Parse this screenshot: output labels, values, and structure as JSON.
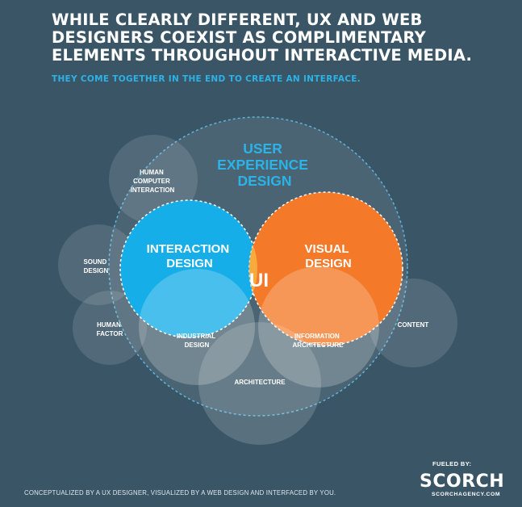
{
  "header": {
    "title": "WHILE CLEARLY DIFFERENT, UX AND WEB DESIGNERS COEXIST AS COMPLIMENTARY ELEMENTS THROUGHOUT INTERACTIVE MEDIA.",
    "subtitle": "THEY COME TOGETHER IN THE END TO CREATE AN INTERFACE."
  },
  "diagram": {
    "ux": [
      "USER",
      "EXPERIENCE",
      "DESIGN"
    ],
    "hci": [
      "HUMAN",
      "COMPUTER",
      "INTERACTION"
    ],
    "sound": [
      "SOUND",
      "DESIGN"
    ],
    "human_factor": [
      "HUMAN",
      "FACTOR"
    ],
    "interaction": [
      "INTERACTION",
      "DESIGN"
    ],
    "visual": [
      "VISUAL",
      "DESIGN"
    ],
    "ui": "UI",
    "industrial": [
      "INDUSTRIAL",
      "DESIGN"
    ],
    "info_arch": [
      "INFORMATION",
      "ARCHITECTURE"
    ],
    "content": "CONTENT",
    "architecture": "ARCHITECTURE"
  },
  "colors": {
    "background": "#3a5566",
    "interaction": "#16aee8",
    "visual": "#f47a2a",
    "ui": "#f7ab3c",
    "accent_text": "#2bb3e8"
  },
  "footer": {
    "credit": "CONCEPTUALIZED BY A UX DESIGNER, VISUALIZED BY A WEB DESIGN AND INTERFACED BY YOU.",
    "fueled_by": "FUELED BY:",
    "brand": "SCORCH",
    "brand_url": "SCORCHAGENCY.COM"
  }
}
